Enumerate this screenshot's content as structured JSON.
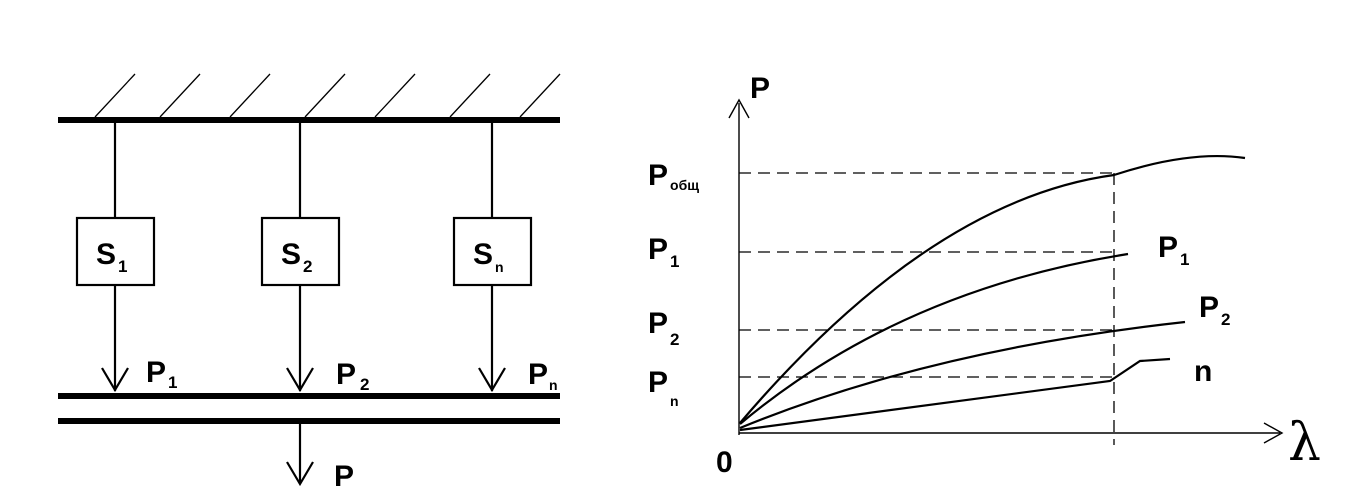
{
  "left_diagram": {
    "boxes": [
      {
        "main": "S",
        "sub": "1"
      },
      {
        "main": "S",
        "sub": "2"
      },
      {
        "main": "S",
        "sub": "n"
      }
    ],
    "forces": [
      {
        "main": "P",
        "sub": "1"
      },
      {
        "main": "P",
        "sub": "2"
      },
      {
        "main": "P",
        "sub": "n"
      }
    ],
    "total_force": "P"
  },
  "right_graph": {
    "y_axis_label": "P",
    "x_axis_label": "λ",
    "origin_label": "0",
    "y_levels": [
      {
        "main": "P",
        "sub": "общ"
      },
      {
        "main": "P",
        "sub": "1"
      },
      {
        "main": "P",
        "sub": "2"
      },
      {
        "main": "P",
        "sub": "n"
      }
    ],
    "curve_labels": [
      {
        "main": "P",
        "sub": "1"
      },
      {
        "main": "P",
        "sub": "2"
      },
      {
        "main": "n",
        "sub": ""
      }
    ]
  }
}
